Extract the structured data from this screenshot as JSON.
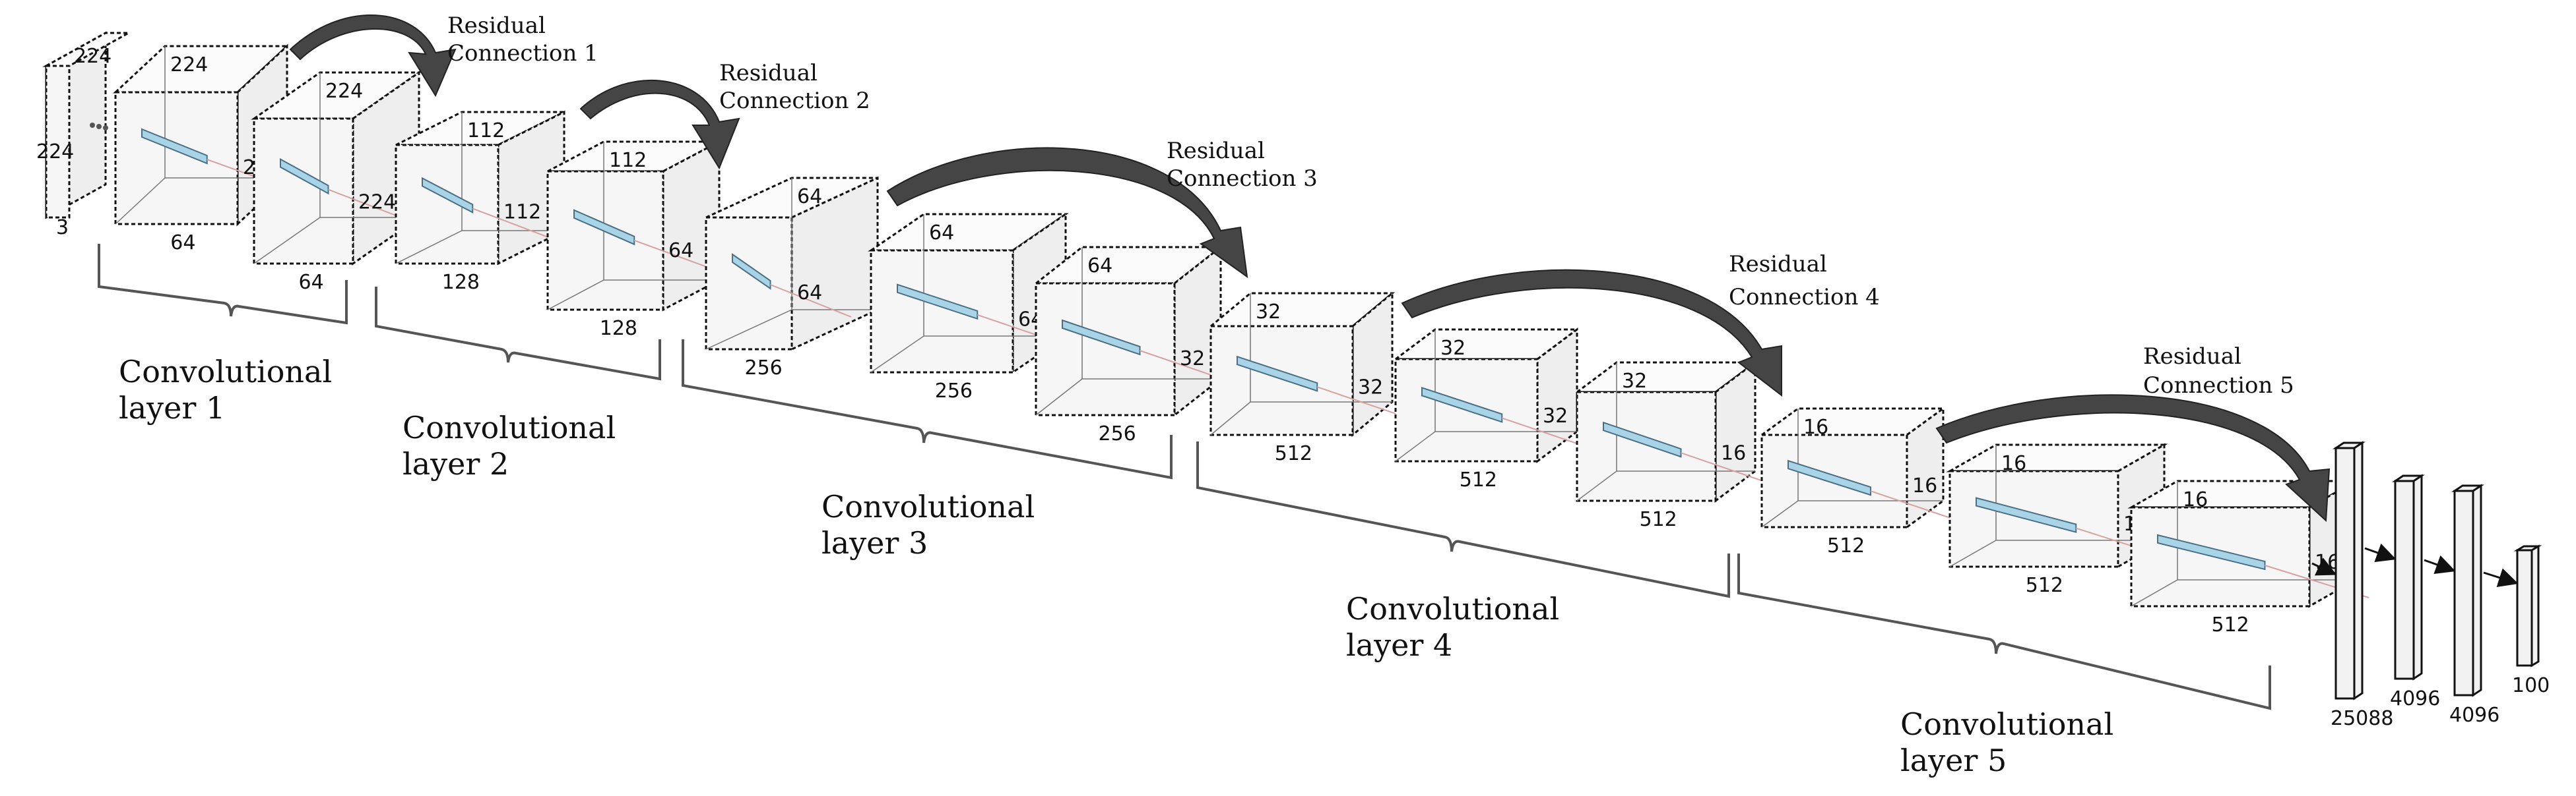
{
  "input": {
    "height": "224",
    "width": "224",
    "channels": "3"
  },
  "blocks": [
    {
      "h": "224",
      "w": "224",
      "d": "64"
    },
    {
      "h": "224",
      "w": "224",
      "d": "64"
    },
    {
      "h": "112",
      "w": "112",
      "d": "128"
    },
    {
      "h": "112",
      "w": "64",
      "d": "128"
    },
    {
      "h": "64",
      "w": "64",
      "d": "256"
    },
    {
      "h": "64",
      "w": "64",
      "d": "256"
    },
    {
      "h": "64",
      "w": "32",
      "d": "256"
    },
    {
      "h": "32",
      "w": "32",
      "d": "512"
    },
    {
      "h": "32",
      "w": "32",
      "d": "512"
    },
    {
      "h": "32",
      "w": "16",
      "d": "512"
    },
    {
      "h": "16",
      "w": "16",
      "d": "512"
    },
    {
      "h": "16",
      "w": "16",
      "d": "512"
    },
    {
      "h": "16",
      "w": "16",
      "d": "512"
    }
  ],
  "fc_layers": [
    "25088",
    "4096",
    "4096",
    "100"
  ],
  "layer_labels": [
    {
      "line1": "Convolutional",
      "line2": "layer 1"
    },
    {
      "line1": "Convolutional",
      "line2": "layer 2"
    },
    {
      "line1": "Convolutional",
      "line2": "layer 3"
    },
    {
      "line1": "Convolutional",
      "line2": "layer 4"
    },
    {
      "line1": "Convolutional",
      "line2": "layer 5"
    }
  ],
  "residuals": [
    {
      "line1": "Residual",
      "line2": "Connection 1"
    },
    {
      "line1": "Residual",
      "line2": "Connection 2"
    },
    {
      "line1": "Residual",
      "line2": "Connection 3"
    },
    {
      "line1": "Residual",
      "line2": "Connection 4"
    },
    {
      "line1": "Residual",
      "line2": "Connection 5"
    }
  ]
}
